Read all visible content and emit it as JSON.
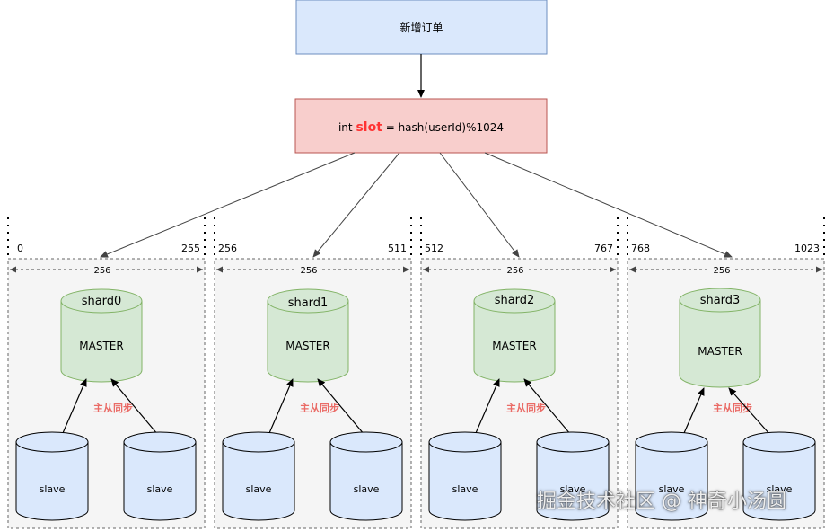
{
  "top_box": {
    "label": "新增订单"
  },
  "hash_box": {
    "prefix": "int ",
    "var": "slot",
    "suffix": " = hash(userId)%1024"
  },
  "shards": [
    {
      "start": "0",
      "end": "255",
      "width": "256",
      "name": "shard0",
      "role": "MASTER",
      "sync": "主从同步",
      "slaves": [
        "slave",
        "slave"
      ]
    },
    {
      "start": "256",
      "end": "511",
      "width": "256",
      "name": "shard1",
      "role": "MASTER",
      "sync": "主从同步",
      "slaves": [
        "slave",
        "slave"
      ]
    },
    {
      "start": "512",
      "end": "767",
      "width": "256",
      "name": "shard2",
      "role": "MASTER",
      "sync": "主从同步",
      "slaves": [
        "slave",
        "slave"
      ]
    },
    {
      "start": "768",
      "end": "1023",
      "width": "256",
      "name": "shard3",
      "role": "MASTER",
      "sync": "主从同步",
      "slaves": [
        "slave",
        "slave"
      ]
    }
  ],
  "watermark": "掘金技术社区 @ 神奇小汤圆",
  "colors": {
    "top_fill": "#dae8fc",
    "top_stroke": "#6c8ebf",
    "hash_fill": "#f8cecc",
    "hash_stroke": "#b85450",
    "master_fill": "#d5e8d4",
    "master_stroke": "#82b366",
    "slave_fill": "#dae8fc",
    "slave_stroke": "#000000",
    "sync_text": "#ea6b66",
    "slot_text": "#ff3333",
    "group_fill": "#f5f5f5",
    "group_stroke": "#666666"
  }
}
